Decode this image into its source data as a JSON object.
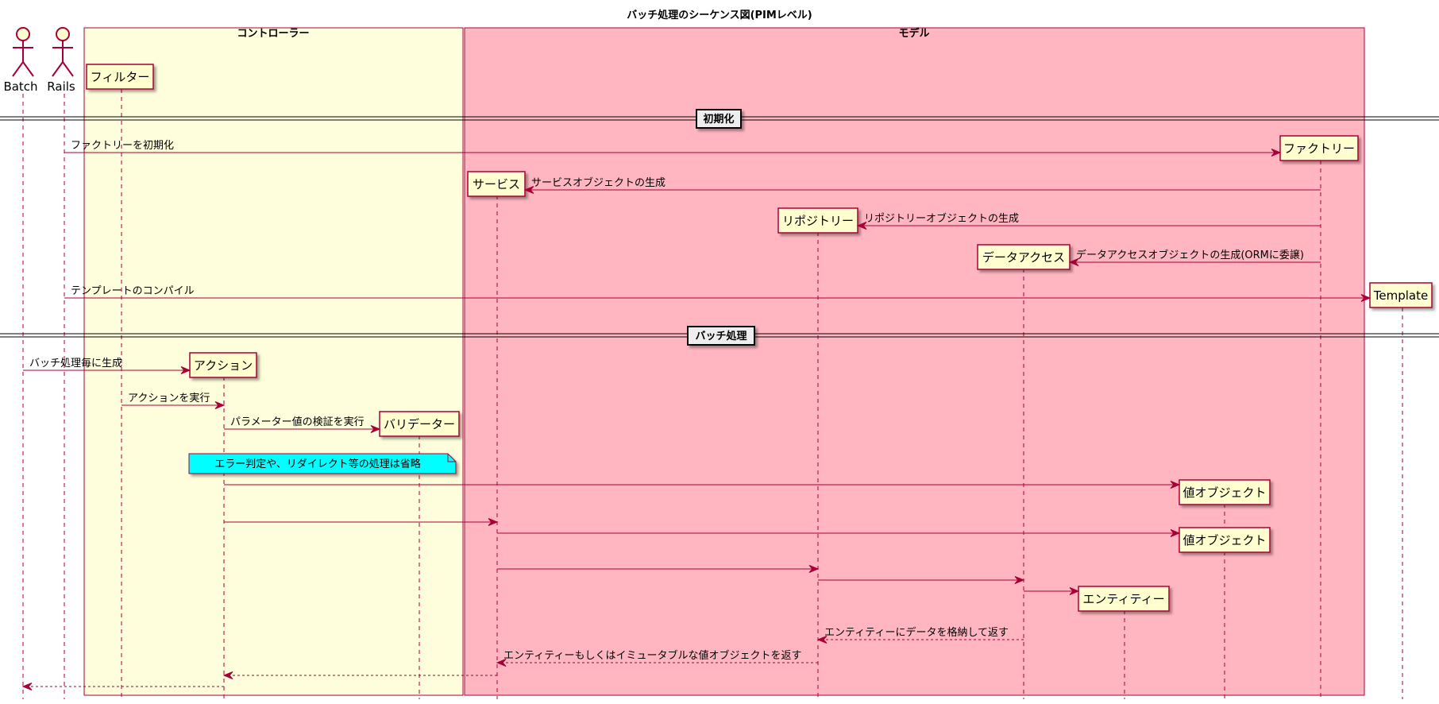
{
  "title": "バッチ処理のシーケンス図(PIMレベル)",
  "colors": {
    "border": "#a80036",
    "participant_fill": "#fefece",
    "controller_box": "#fefedc",
    "model_box": "#ffb6c1",
    "note_fill": "#00ffff"
  },
  "boxes": [
    {
      "id": "controller",
      "label": "コントローラー"
    },
    {
      "id": "model",
      "label": "モデル"
    }
  ],
  "actors": [
    {
      "id": "batch",
      "label": "Batch"
    },
    {
      "id": "rails",
      "label": "Rails"
    }
  ],
  "participants": [
    {
      "id": "filter",
      "label": "フィルター"
    },
    {
      "id": "factory",
      "label": "ファクトリー"
    },
    {
      "id": "service",
      "label": "サービス"
    },
    {
      "id": "repository",
      "label": "リポジトリー"
    },
    {
      "id": "dataaccess",
      "label": "データアクセス"
    },
    {
      "id": "template",
      "label": "Template"
    },
    {
      "id": "action",
      "label": "アクション"
    },
    {
      "id": "validator",
      "label": "バリデーター"
    },
    {
      "id": "valueobj1",
      "label": "値オブジェクト"
    },
    {
      "id": "valueobj2",
      "label": "値オブジェクト"
    },
    {
      "id": "entity",
      "label": "エンティティー"
    }
  ],
  "dividers": [
    {
      "id": "init",
      "label": "初期化"
    },
    {
      "id": "batch",
      "label": "バッチ処理"
    }
  ],
  "messages": [
    {
      "id": "m1",
      "from": "rails",
      "to": "factory",
      "label": "ファクトリーを初期化",
      "style": "create"
    },
    {
      "id": "m2",
      "from": "factory",
      "to": "service",
      "label": "サービスオブジェクトの生成",
      "style": "create"
    },
    {
      "id": "m3",
      "from": "factory",
      "to": "repository",
      "label": "リポジトリーオブジェクトの生成",
      "style": "create"
    },
    {
      "id": "m4",
      "from": "factory",
      "to": "dataaccess",
      "label": "データアクセスオブジェクトの生成(ORMに委譲)",
      "style": "create"
    },
    {
      "id": "m5",
      "from": "rails",
      "to": "template",
      "label": "テンプレートのコンパイル",
      "style": "create"
    },
    {
      "id": "m6",
      "from": "batch",
      "to": "action",
      "label": "バッチ処理毎に生成",
      "style": "create"
    },
    {
      "id": "m7",
      "from": "filter",
      "to": "action",
      "label": "アクションを実行",
      "style": "solid"
    },
    {
      "id": "m8",
      "from": "action",
      "to": "validator",
      "label": "パラメーター値の検証を実行",
      "style": "create"
    },
    {
      "id": "m9",
      "from": "action",
      "to": "valueobj1",
      "label": "",
      "style": "create"
    },
    {
      "id": "m10",
      "from": "action",
      "to": "service",
      "label": "",
      "style": "solid"
    },
    {
      "id": "m11",
      "from": "service",
      "to": "valueobj2",
      "label": "",
      "style": "create"
    },
    {
      "id": "m12",
      "from": "service",
      "to": "repository",
      "label": "",
      "style": "solid"
    },
    {
      "id": "m13",
      "from": "repository",
      "to": "dataaccess",
      "label": "",
      "style": "solid"
    },
    {
      "id": "m14",
      "from": "dataaccess",
      "to": "entity",
      "label": "",
      "style": "create"
    },
    {
      "id": "m15",
      "from": "dataaccess",
      "to": "repository",
      "label": "エンティティーにデータを格納して返す",
      "style": "dashed"
    },
    {
      "id": "m16",
      "from": "repository",
      "to": "service",
      "label": "エンティティーもしくはイミュータブルな値オブジェクトを返す",
      "style": "dashed"
    },
    {
      "id": "m17",
      "from": "service",
      "to": "action",
      "label": "",
      "style": "dashed"
    },
    {
      "id": "m18",
      "from": "action",
      "to": "batch",
      "label": "",
      "style": "dashed"
    }
  ],
  "note": {
    "text": "エラー判定や、リダイレクト等の処理は省略"
  }
}
